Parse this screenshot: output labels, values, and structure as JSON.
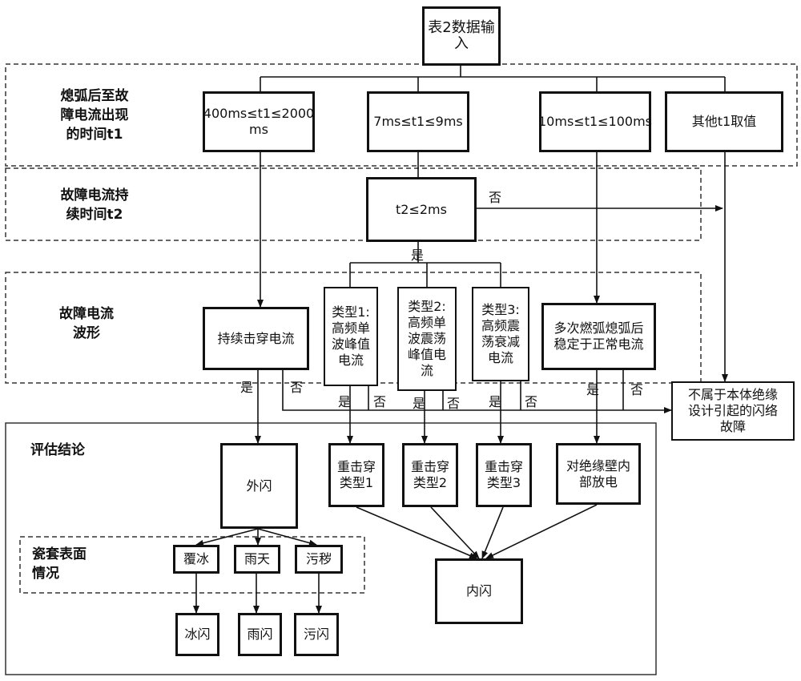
{
  "nodes": {
    "input": "表2数据输入",
    "t1_a": "400ms≤t1≤2000\nms",
    "t1_b": "7ms≤t1≤9ms",
    "t1_c": "10ms≤t1≤100ms",
    "t1_d": "其他t1取值",
    "t2": "t2≤2ms",
    "persist": "持续击穿电流",
    "type1": "类型1:\n高频单\n波峰值\n电流",
    "type2": "类型2:\n高频单\n波震荡\n峰值电\n流",
    "type3": "类型3:\n高频震\n荡衰减\n电流",
    "multi": "多次燃弧熄弧后\n稳定于正常电流",
    "notbody": "不属于本体绝缘\n设计引起的闪络\n故障",
    "outer": "外闪",
    "re1": "重击穿\n类型1",
    "re2": "重击穿\n类型2",
    "re3": "重击穿\n类型3",
    "wall": "对绝缘壁内\n部放电",
    "ice": "覆冰",
    "rain": "雨天",
    "dirt": "污秽",
    "inner": "内闪",
    "iceflash": "冰闪",
    "rainflash": "雨闪",
    "dirtflash": "污闪"
  },
  "stages": {
    "s1": "熄弧后至故\n障电流出现\n的时间t1",
    "s2": "故障电流持\n续时间t2",
    "s3": "故障电流\n波形",
    "s4": "评估结论",
    "s5": "瓷套表面\n情况"
  },
  "edges": {
    "yes": "是",
    "no": "否"
  }
}
